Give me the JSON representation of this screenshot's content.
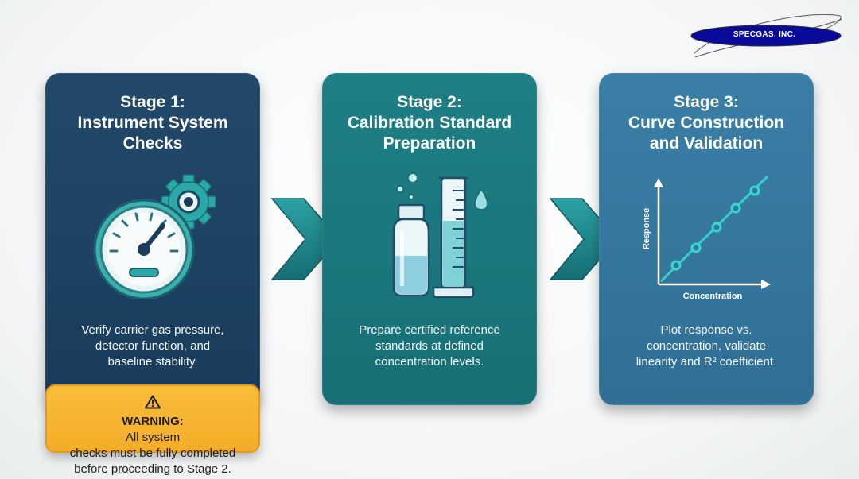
{
  "logo": {
    "text": "SPECGAS, INC."
  },
  "stages": [
    {
      "title_lines": [
        "Stage 1:",
        "Instrument System",
        "Checks"
      ],
      "icon": "gauge-gear-icon",
      "desc_lines": [
        "Verify carrier gas pressure,",
        "detector function, and",
        "baseline stability."
      ]
    },
    {
      "title_lines": [
        "Stage 2:",
        "Calibration Standard",
        "Preparation"
      ],
      "icon": "vial-cylinder-icon",
      "desc_lines": [
        "Prepare certified reference",
        "standards at defined",
        "concentration levels."
      ]
    },
    {
      "title_lines": [
        "Stage 3:",
        "Curve Construction",
        "and Validation"
      ],
      "icon": "calibration-curve-icon",
      "desc_lines": [
        "Plot response vs.",
        "concentration, validate",
        "linearity and R² coefficient."
      ],
      "plot": {
        "ylabel": "Response",
        "xlabel": "Concentration"
      }
    }
  ],
  "warning": {
    "label": "WARNING:",
    "line1_rest": "All system",
    "line2": "checks must be fully completed",
    "line3": "before proceeding to Stage 2."
  },
  "colors": {
    "stage1": "#1f4465",
    "stage2": "#1c777e",
    "stage3": "#3677a0",
    "arrow": "#1f8a90",
    "warning": "#f5b431",
    "logo": "#0a0a9a",
    "accent": "#2fc4c0"
  }
}
